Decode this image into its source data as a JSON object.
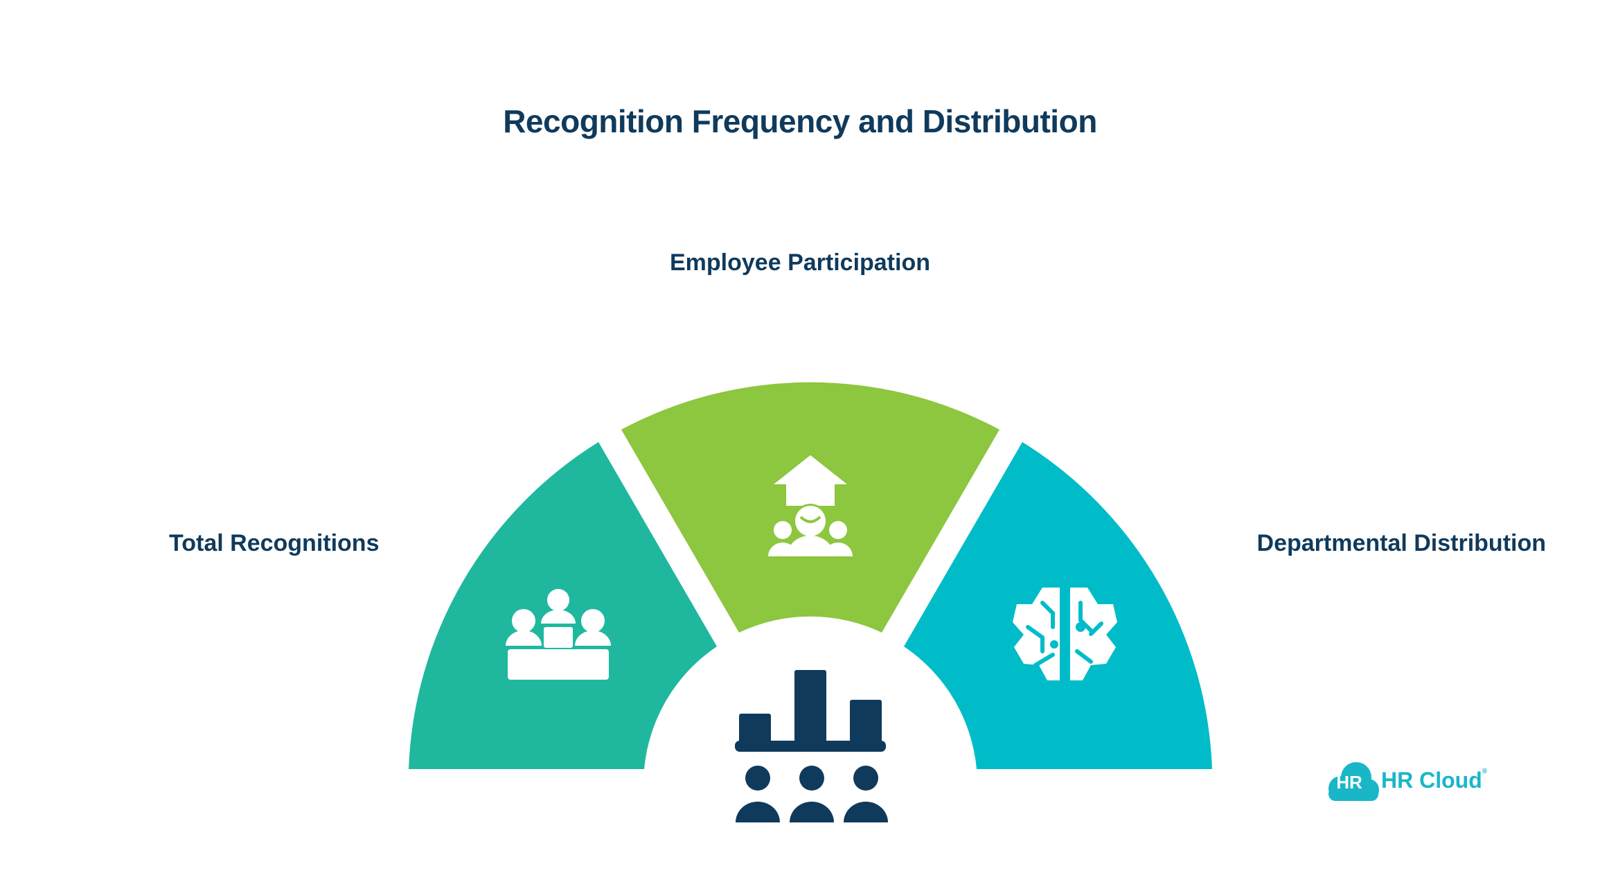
{
  "title": "Recognition Frequency and Distribution",
  "segments": [
    {
      "label": "Total Recognitions",
      "color": "#1fb89f",
      "icon": "podium-people-icon"
    },
    {
      "label": "Employee Participation",
      "color": "#8dc63f",
      "icon": "person-growth-icon"
    },
    {
      "label": "Departmental Distribution",
      "color": "#00bcc9",
      "icon": "brain-circuit-icon"
    }
  ],
  "center": {
    "icon": "bar-chart-team-icon",
    "color": "#0f3a5c"
  },
  "logo": {
    "badge": "HR",
    "name": "HR Cloud",
    "mark": "®",
    "color": "#19b6c8"
  }
}
